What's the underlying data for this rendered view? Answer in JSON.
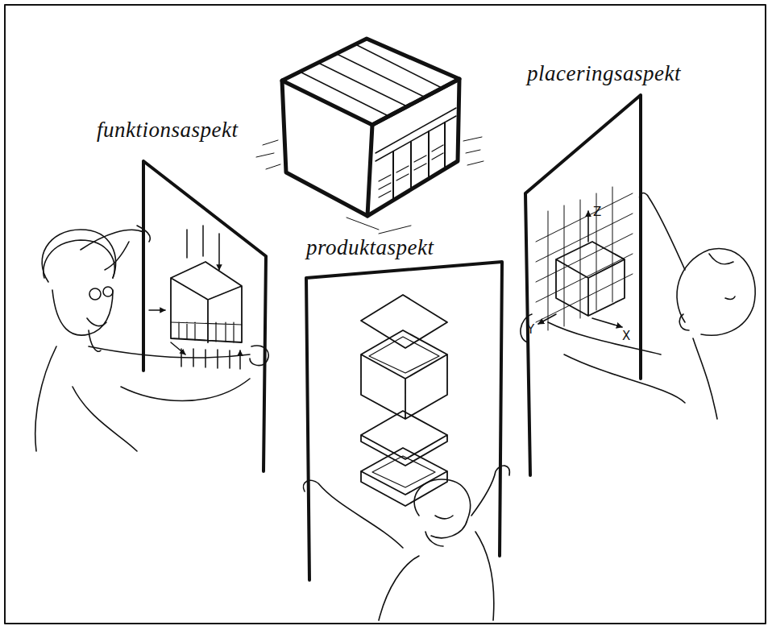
{
  "diagram": {
    "nodes": [
      {
        "text": [
          "funktionsaspekt"
        ]
      },
      {
        "text": [
          "produktaspekt"
        ]
      },
      {
        "text": [
          "placeringsaspekt"
        ]
      }
    ],
    "labels": [
      "Z",
      "X",
      "Y"
    ]
  }
}
